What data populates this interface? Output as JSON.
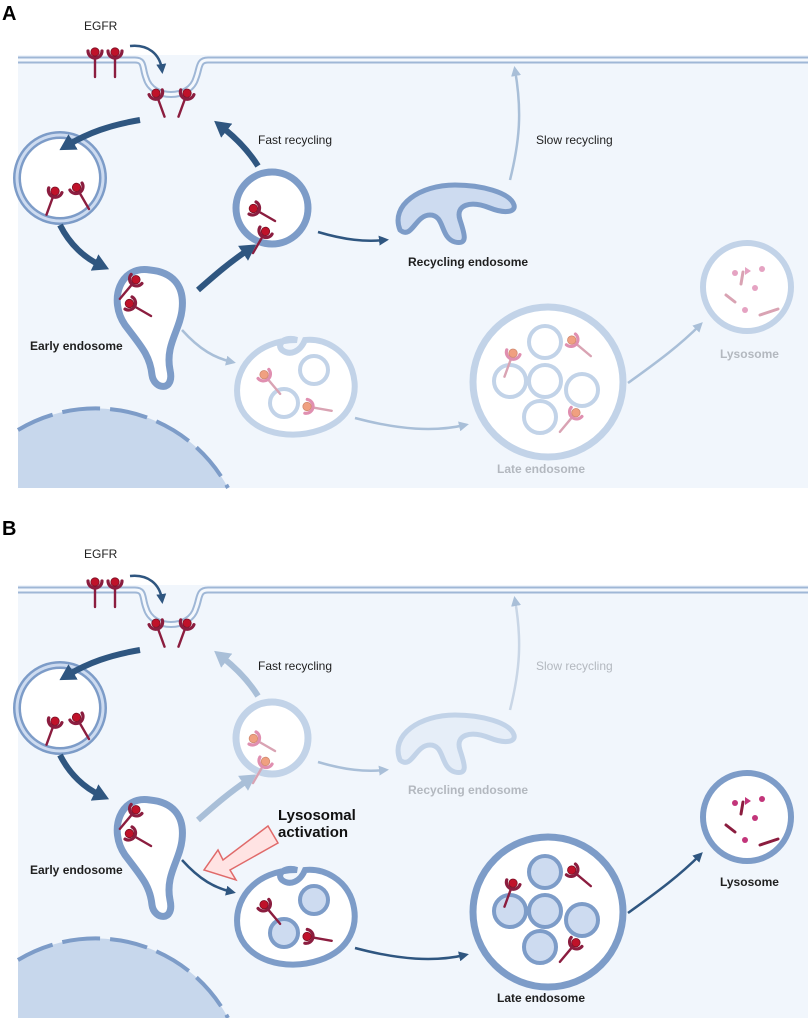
{
  "panels": [
    {
      "letter": "A",
      "labels": {
        "egfr": "EGFR",
        "fast_recycling": "Fast recycling",
        "slow_recycling": "Slow recycling",
        "recycling_endosome": "Recycling endosome",
        "early_endosome": "Early endosome",
        "late_endosome": "Late endosome",
        "lysosome": "Lysosome"
      }
    },
    {
      "letter": "B",
      "labels": {
        "egfr": "EGFR",
        "fast_recycling": "Fast recycling",
        "slow_recycling": "Slow recycling",
        "recycling_endosome": "Recycling endosome",
        "early_endosome": "Early endosome",
        "late_endosome": "Late endosome",
        "lysosome": "Lysosome"
      },
      "callout": {
        "line1": "Lysosomal",
        "line2": "activation"
      }
    }
  ],
  "colors": {
    "membrane": "#7d9cc8",
    "membrane_fill": "#cddbf0",
    "cytoplasm": "#f1f6fc",
    "nucleus": "#c7d7ec",
    "receptor": "#8b1d3f",
    "ligand": "#c0122a",
    "arrow": "#2f5680",
    "faded_arrow": "#a9bfd8",
    "callout_arrow": "#ffe3e3"
  }
}
